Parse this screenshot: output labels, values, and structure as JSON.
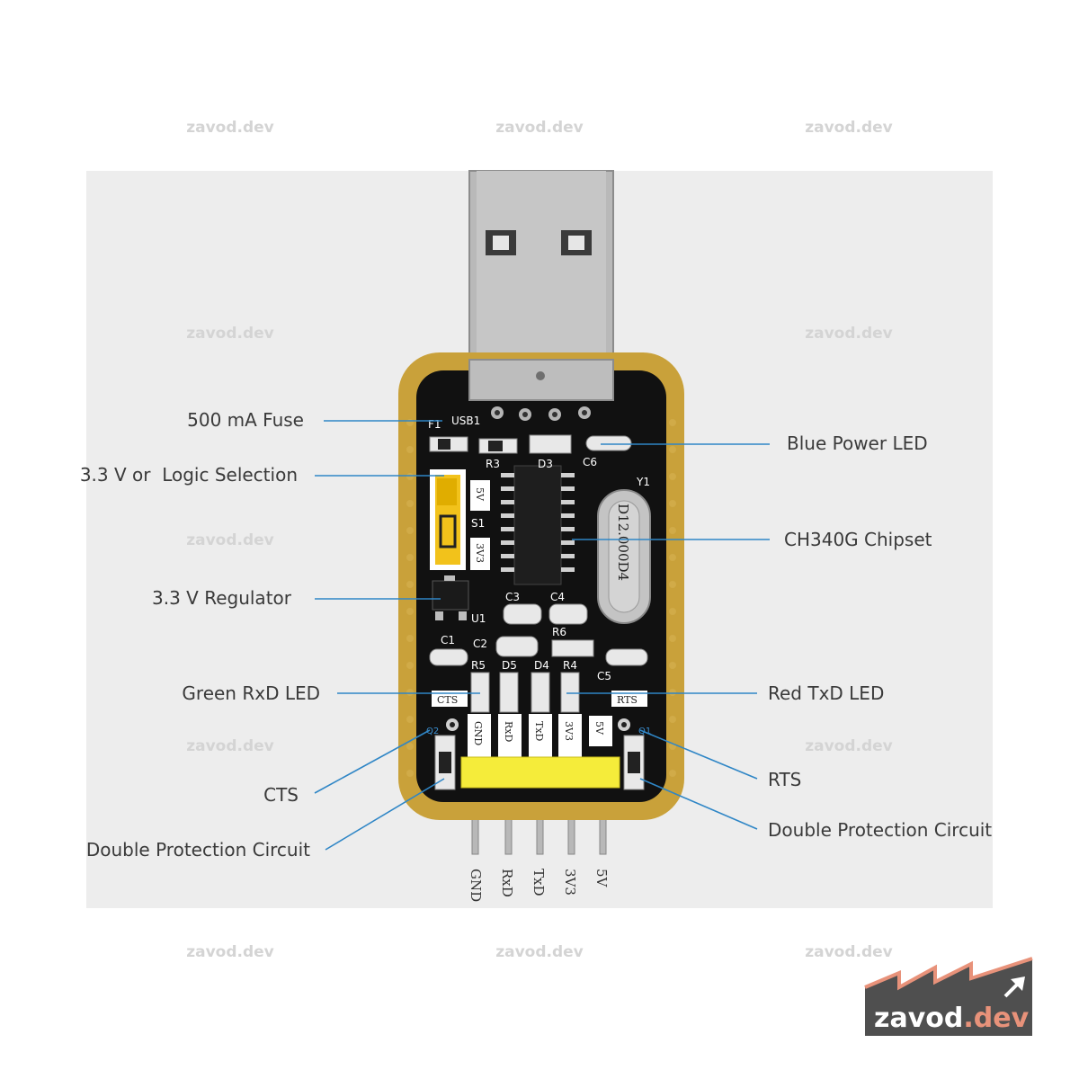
{
  "watermark": "zavod.dev",
  "logo": {
    "main": "zavod",
    "accent": ".dev",
    "accent_color": "#e8927a",
    "bg_color": "#4f4f4f"
  },
  "board": {
    "pcb_color": "#111111",
    "border_color": "#c9a13a",
    "silkscreen": {
      "f1": "F1",
      "usb1": "USB1",
      "r3": "R3",
      "d3": "D3",
      "c6": "C6",
      "y1": "Y1",
      "s1": "S1",
      "sel_5v": "5V",
      "sel_3v3": "3V3",
      "u1": "U1",
      "c3": "C3",
      "c4": "C4",
      "c1": "C1",
      "c2": "C2",
      "r6": "R6",
      "r5": "R5",
      "d5": "D5",
      "d4": "D4",
      "r4": "R4",
      "c5": "C5",
      "cts": "CTS",
      "rts": "RTS",
      "q2": "Q2",
      "q1": "Q1",
      "crystal": "D12.000D4",
      "header_labels": [
        "GND",
        "RxD",
        "TxD",
        "3V3",
        "5V"
      ]
    }
  },
  "callouts": {
    "fuse": "500 mA Fuse",
    "logic": "3.3 V or  Logic Selection",
    "regulator": "3.3 V Regulator",
    "rxd_led": "Green RxD LED",
    "cts": "CTS",
    "protect_left": "Double Protection Circuit",
    "power_led": "Blue Power LED",
    "chipset": "CH340G Chipset",
    "txd_led": "Red TxD LED",
    "rts": "RTS",
    "protect_right": "Double Protection Circuit"
  },
  "pin_labels": [
    "GND",
    "RxD",
    "TxD",
    "3V3",
    "5V"
  ]
}
